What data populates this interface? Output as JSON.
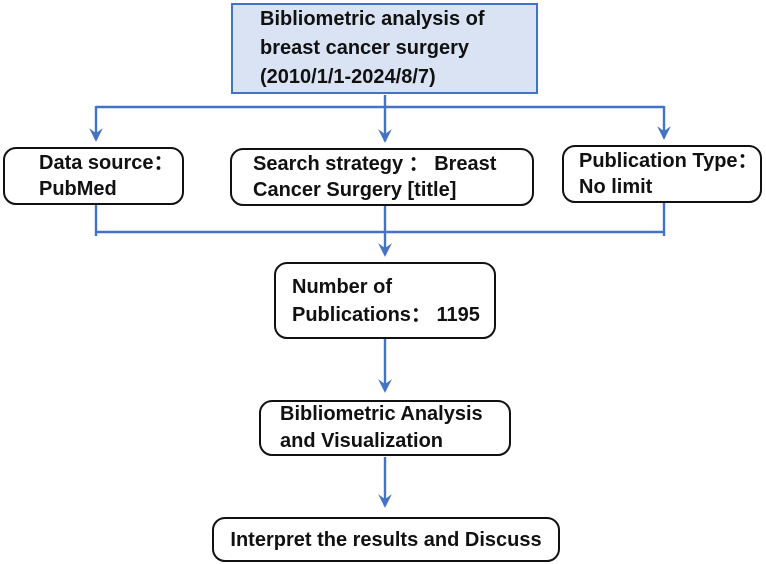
{
  "diagram_type": "flowchart",
  "colors": {
    "accent-blue": "#4472C4",
    "top-box-fill": "#DAE3F3",
    "box-border": "#111111",
    "text-color": "#111111",
    "page-bg": "#FFFFFF"
  },
  "boxes": {
    "top": {
      "text": "Bibliometric analysis of\nbreast cancer surgery\n(2010/1/1-2024/8/7)"
    },
    "data_source": {
      "text": "Data source：\nPubMed"
    },
    "search_strategy": {
      "text": "Search strategy ：  Breast\nCancer Surgery  [title]"
    },
    "publication_type": {
      "text": "Publication Type：\nNo limit"
    },
    "publications_count": {
      "text": "Number of\nPublications：  1195"
    },
    "analysis": {
      "text": "Bibliometric Analysis\nand Visualization"
    },
    "interpret": {
      "text": "Interpret the results and Discuss"
    }
  }
}
